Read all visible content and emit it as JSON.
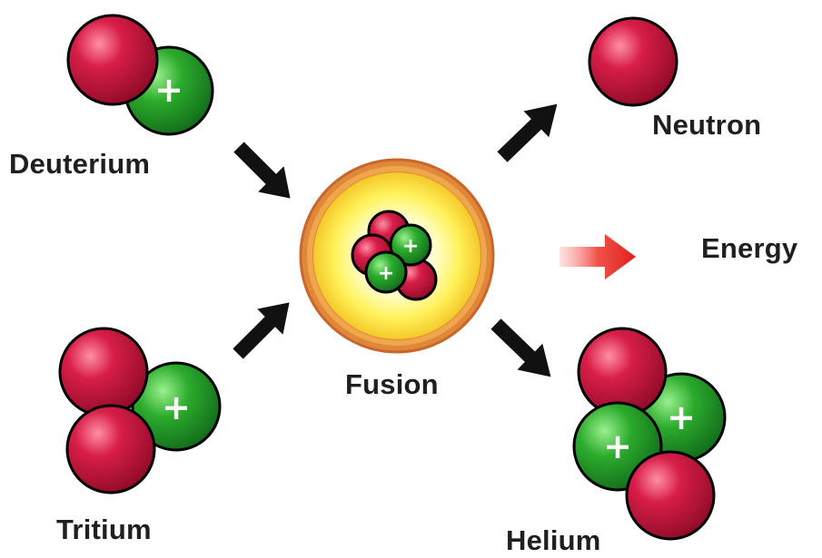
{
  "labels": {
    "deuterium": "Deuterium",
    "tritium": "Tritium",
    "fusion": "Fusion",
    "neutron": "Neutron",
    "energy": "Energy",
    "helium": "Helium"
  },
  "particles": {
    "proton_symbol": "+",
    "neutron_color": "#c8143c",
    "proton_color": "#2aa52a"
  },
  "colors": {
    "arrow": "#111111",
    "energy_arrow": "#e8332e",
    "fusion_outer": "#e0883a",
    "fusion_glow": "#ffee55"
  }
}
